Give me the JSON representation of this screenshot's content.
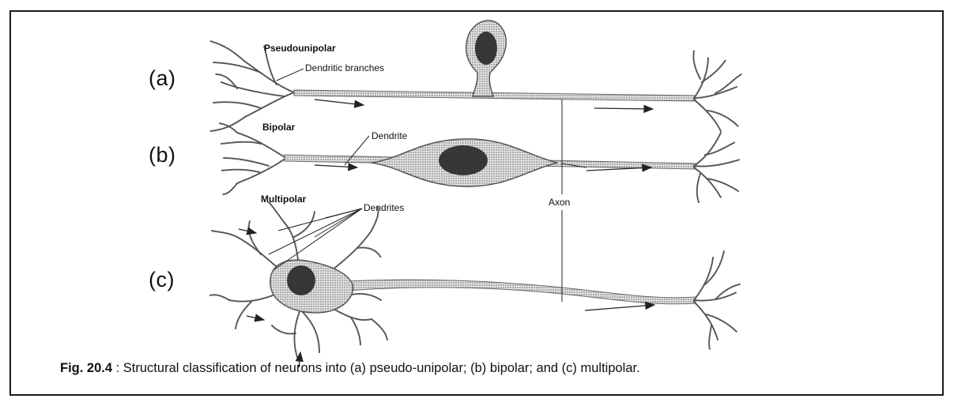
{
  "figure": {
    "panels": [
      {
        "letter": "(a)",
        "type": "Pseudounipolar"
      },
      {
        "letter": "(b)",
        "type": "Bipolar"
      },
      {
        "letter": "(c)",
        "type": "Multipolar"
      }
    ],
    "labels": {
      "dendritic_branches": "Dendritic branches",
      "dendrite": "Dendrite",
      "dendrites": "Dendrites",
      "axon": "Axon"
    }
  },
  "caption": {
    "number": "Fig. 20.4",
    "separator": " : ",
    "text": "Structural classification of neurons into (a) pseudo-unipolar; (b) bipolar; and (c) multipolar."
  }
}
